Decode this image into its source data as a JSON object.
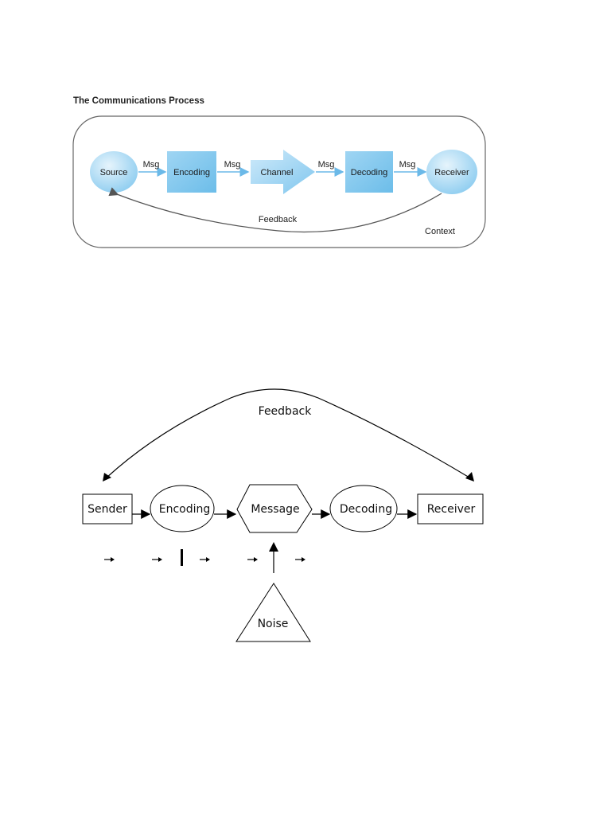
{
  "diagram1": {
    "title": "The Communications Process",
    "nodes": {
      "source": "Source",
      "encoding": "Encoding",
      "channel": "Channel",
      "decoding": "Decoding",
      "receiver": "Receiver"
    },
    "msg_labels": [
      "Msg",
      "Msg",
      "Msg",
      "Msg"
    ],
    "feedback": "Feedback",
    "context": "Context",
    "colors": {
      "fill_light": "#cde9f9",
      "fill_dark": "#8ecdf0",
      "arrow": "#6bb9e8",
      "frame": "#555555"
    }
  },
  "diagram2": {
    "feedback": "Feedback",
    "nodes": {
      "sender": "Sender",
      "encoding": "Encoding",
      "message": "Message",
      "decoding": "Decoding",
      "receiver": "Receiver",
      "noise": "Noise"
    }
  }
}
